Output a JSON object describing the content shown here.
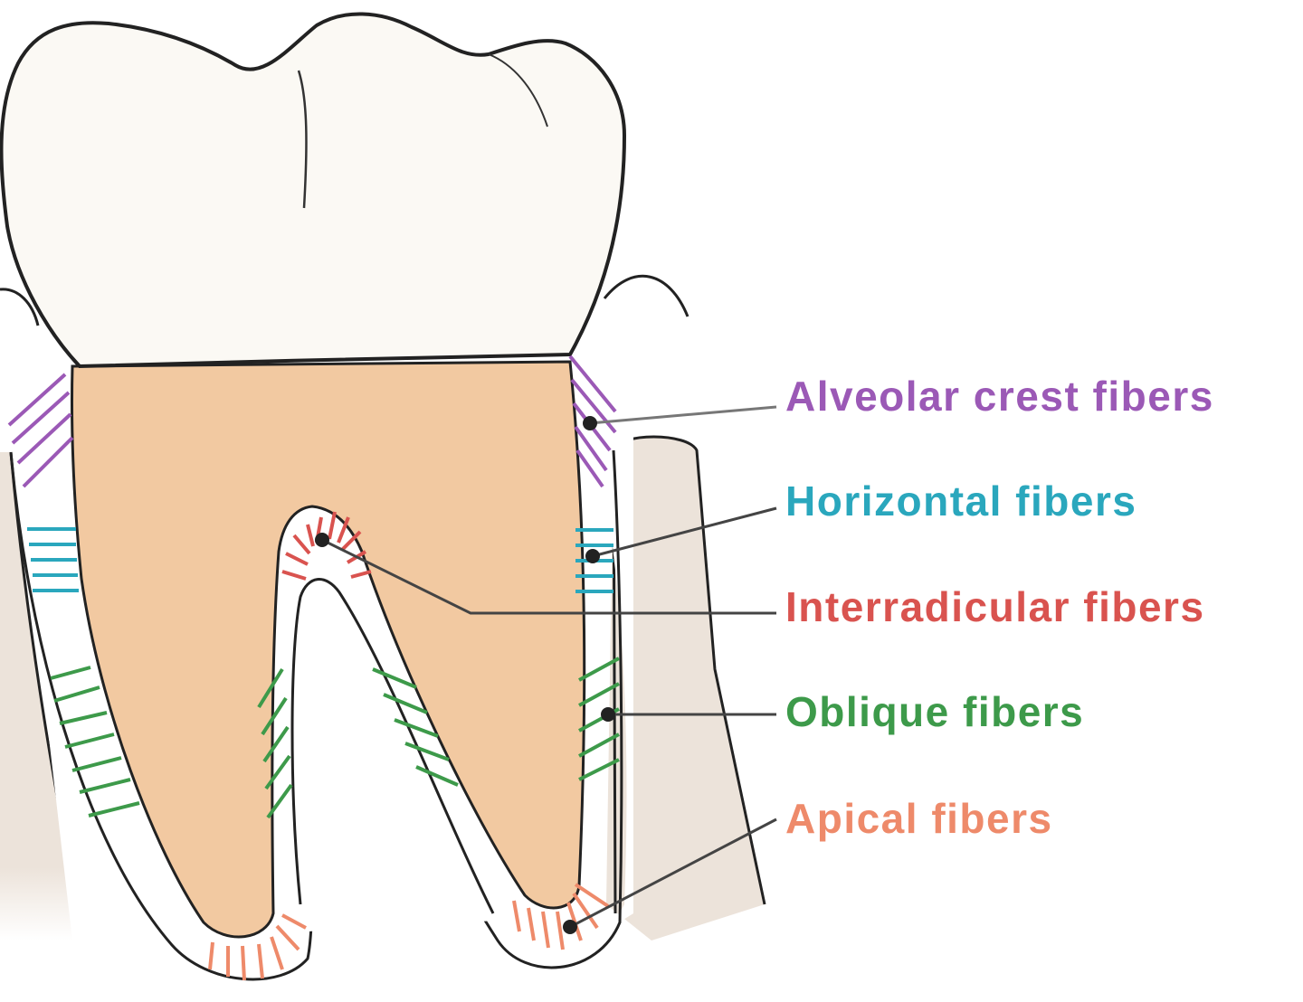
{
  "labels": {
    "alveolar_crest": "Alveolar crest fibers",
    "horizontal": "Horizontal fibers",
    "interradicular": "Interradicular fibers",
    "oblique": "Oblique fibers",
    "apical": "Apical fibers"
  },
  "colors": {
    "alveolar_crest": "#9b59b6",
    "horizontal": "#2aa7bd",
    "interradicular": "#d9534f",
    "oblique": "#3d9a4a",
    "apical": "#ee8a6a",
    "enamel": "#fbf9f4",
    "root": "#f2c9a1",
    "bone": "#ece3da",
    "outline": "#222222",
    "leader": "#444444"
  }
}
